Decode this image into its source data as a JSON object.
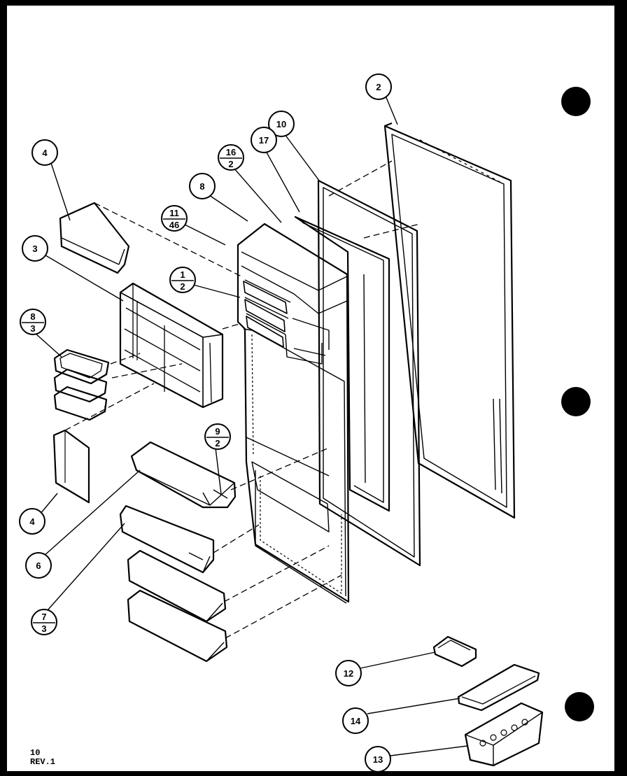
{
  "labels": {
    "l2": "2",
    "l10": "10",
    "l17": "17",
    "l16": {
      "top": "16",
      "bottom": "2"
    },
    "l8": "8",
    "l11": {
      "top": "11",
      "bottom": "46"
    },
    "l4a": "4",
    "l3": "3",
    "l1": {
      "top": "1",
      "bottom": "2"
    },
    "l8_3": {
      "top": "8",
      "bottom": "3"
    },
    "l9": {
      "top": "9",
      "bottom": "2"
    },
    "l4b": "4",
    "l6": "6",
    "l7": {
      "top": "7",
      "bottom": "3"
    },
    "l12": "12",
    "l14": "14",
    "l13": "13"
  },
  "footer": {
    "line1": "10",
    "line2": "REV.1"
  }
}
